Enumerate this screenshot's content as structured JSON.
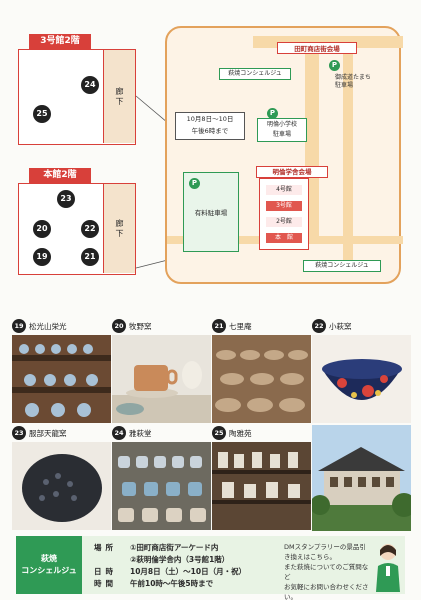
{
  "floor3": {
    "title": "3号館2階",
    "corridor": "廊下",
    "booths": [
      "24",
      "25"
    ]
  },
  "floor_main": {
    "title": "本館2階",
    "corridor": "廊下",
    "booths": [
      "23",
      "20",
      "22",
      "19",
      "21"
    ]
  },
  "map": {
    "tamachi_venue": "田町商店街会場",
    "concierge_top": "萩焼コンシェルジュ",
    "parking_nishi": "御成道たまち\n駐車場",
    "date_note": "10月8日〜10日\n午後6時まで",
    "school_parking": "明倫小学校\n駐車場",
    "meirin_venue": "明倫学舎会場",
    "buildings": [
      "4号館",
      "3号館",
      "2号館",
      "本　館"
    ],
    "paid_parking": "有料駐車場",
    "concierge_bottom": "萩焼コンシェルジュ",
    "p_label": "P",
    "colors": {
      "red": "#d8403a",
      "green": "#2f9a55",
      "orange": "#e3a25c"
    }
  },
  "tiles": [
    {
      "num": "19",
      "name": "松光山栄光"
    },
    {
      "num": "20",
      "name": "牧野窯"
    },
    {
      "num": "21",
      "name": "七里庵"
    },
    {
      "num": "22",
      "name": "小萩窯"
    },
    {
      "num": "23",
      "name": "服部天龍窯"
    },
    {
      "num": "24",
      "name": "雅萩堂"
    },
    {
      "num": "25",
      "name": "陶雅苑"
    }
  ],
  "footer": {
    "title_line1": "萩焼",
    "title_line2": "コンシェルジュ",
    "place_key": "場所",
    "place_val1": "①田町商店街アーケード内",
    "place_val2": "②萩明倫学舎内（3号館1階）",
    "date_key": "日時",
    "date_val": "10月8日（土）〜10日（月・祝）",
    "time_key": "時間",
    "time_val": "午前10時〜午後5時まで",
    "note": "DMスタンプラリーの景品引き換えはこちら。\nまた萩焼についてのご質問など\nお気軽にお問い合わせください。"
  }
}
